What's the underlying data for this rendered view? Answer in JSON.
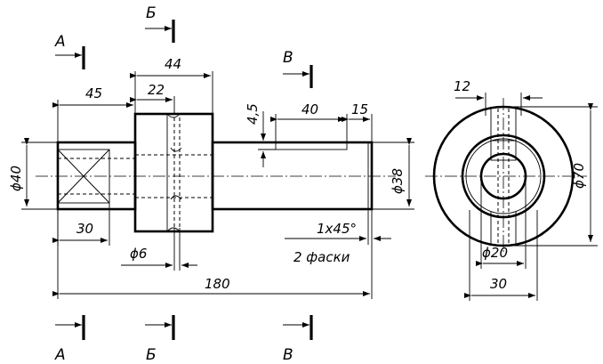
{
  "section_marks": {
    "a_top": "А",
    "b_top": "Б",
    "v_top": "В",
    "a_bottom": "А",
    "b_bottom": "Б",
    "v_bottom": "В"
  },
  "dimensions": {
    "d40": "ϕ40",
    "len45": "45",
    "len44": "44",
    "len22": "22",
    "len4_5": "4,5",
    "len40": "40",
    "len15": "15",
    "d38": "ϕ38",
    "chamfer": "1x45°",
    "chamfer_note": "2 фаски",
    "len30_left": "30",
    "d6": "ϕ6",
    "len180": "180",
    "len12": "12",
    "d70": "ϕ70",
    "d20": "ϕ20",
    "len30_right": "30"
  }
}
